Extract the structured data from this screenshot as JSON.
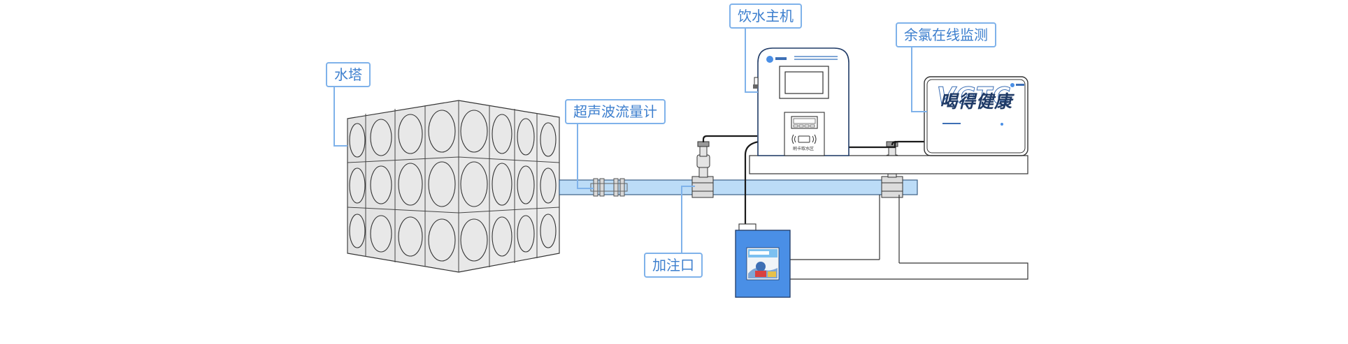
{
  "labels": {
    "water_tower": "水塔",
    "ultrasonic_flowmeter": "超声波流量计",
    "drinking_host": "饮水主机",
    "chlorine_monitor": "余氯在线监测",
    "dosing_port": "加注口"
  },
  "devices": {
    "monitor_brand": "喝得健康",
    "monitor_watermark": "VGTC",
    "host_panel_text": "刷卡取水区"
  },
  "colors": {
    "callout_border": "#7fb2ea",
    "callout_text": "#3d7fce",
    "pipe_fill": "#bcdcf7",
    "dosing_box": "#4a8fe6",
    "tank_fill": "#ebebeb"
  }
}
